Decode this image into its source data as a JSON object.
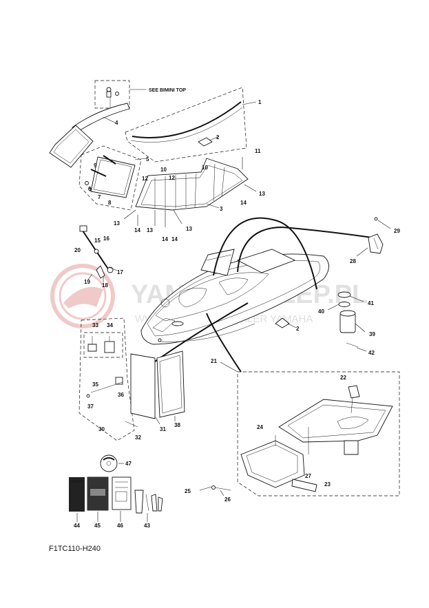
{
  "figure_code": "F1TC110-H240",
  "see_reference": "SEE BIMINI TOP",
  "watermark": {
    "main": "YAMAHASKLEP.PL",
    "sub": "WWW.OFICJALNY DEALER YAMAHA"
  },
  "callouts": {
    "c1": "1",
    "c2a": "2",
    "c2b": "2",
    "c3": "3",
    "c4": "4",
    "c5": "5",
    "c6": "6",
    "c7": "7",
    "c8": "8",
    "c9": "9",
    "c10a": "10",
    "c10b": "10",
    "c11": "11",
    "c12a": "12",
    "c12b": "12",
    "c13a": "13",
    "c13b": "13",
    "c13c": "13",
    "c13d": "13",
    "c14a": "14",
    "c14b": "14",
    "c14c": "14",
    "c14d": "14",
    "c15": "15",
    "c16": "16",
    "c17": "17",
    "c18": "18",
    "c19": "19",
    "c20": "20",
    "c21": "21",
    "c22": "22",
    "c23": "23",
    "c24": "24",
    "c25": "25",
    "c26": "26",
    "c27": "27",
    "c28": "28",
    "c29": "29",
    "c30": "30",
    "c31": "31",
    "c32": "32",
    "c33": "33",
    "c34": "34",
    "c35": "35",
    "c36": "36",
    "c37": "37",
    "c38": "38",
    "c39": "39",
    "c40": "40",
    "c41": "41",
    "c42": "42",
    "c43": "43",
    "c44": "44",
    "c45": "45",
    "c46": "46",
    "c47": "47"
  }
}
